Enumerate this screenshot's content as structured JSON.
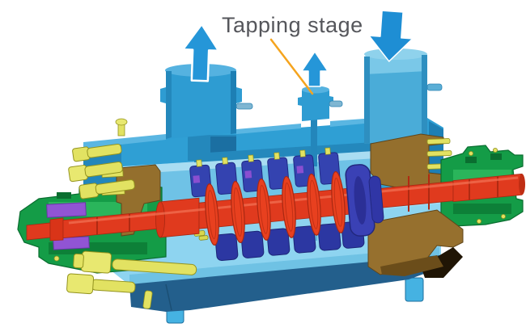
{
  "figure": {
    "annotation": {
      "label": "Tapping stage",
      "label_color": "#55565B",
      "leader_color": "#F5A41E"
    },
    "flow_arrows": {
      "color": "#2196D8",
      "items": [
        {
          "icon": "arrow-up-icon",
          "location": "discharge-nozzle"
        },
        {
          "icon": "arrow-up-icon",
          "location": "tapping-nozzle"
        },
        {
          "icon": "arrow-down-icon",
          "location": "suction-nozzle"
        }
      ]
    },
    "palette": {
      "casing_blue": "#2F9FD4",
      "casing_cut_blue": "#2386BB",
      "casing_light_blue": "#8ED4F0",
      "casing_underside_blue": "#235F8C",
      "rotor_red": "#E03A1E",
      "diffuser_navy": "#3443B0",
      "bearing_green": "#149C47",
      "hardware_yellow": "#E2E262",
      "gland_brown": "#946F2D",
      "seal_purple": "#9154D4",
      "background": "#FFFFFF"
    }
  }
}
